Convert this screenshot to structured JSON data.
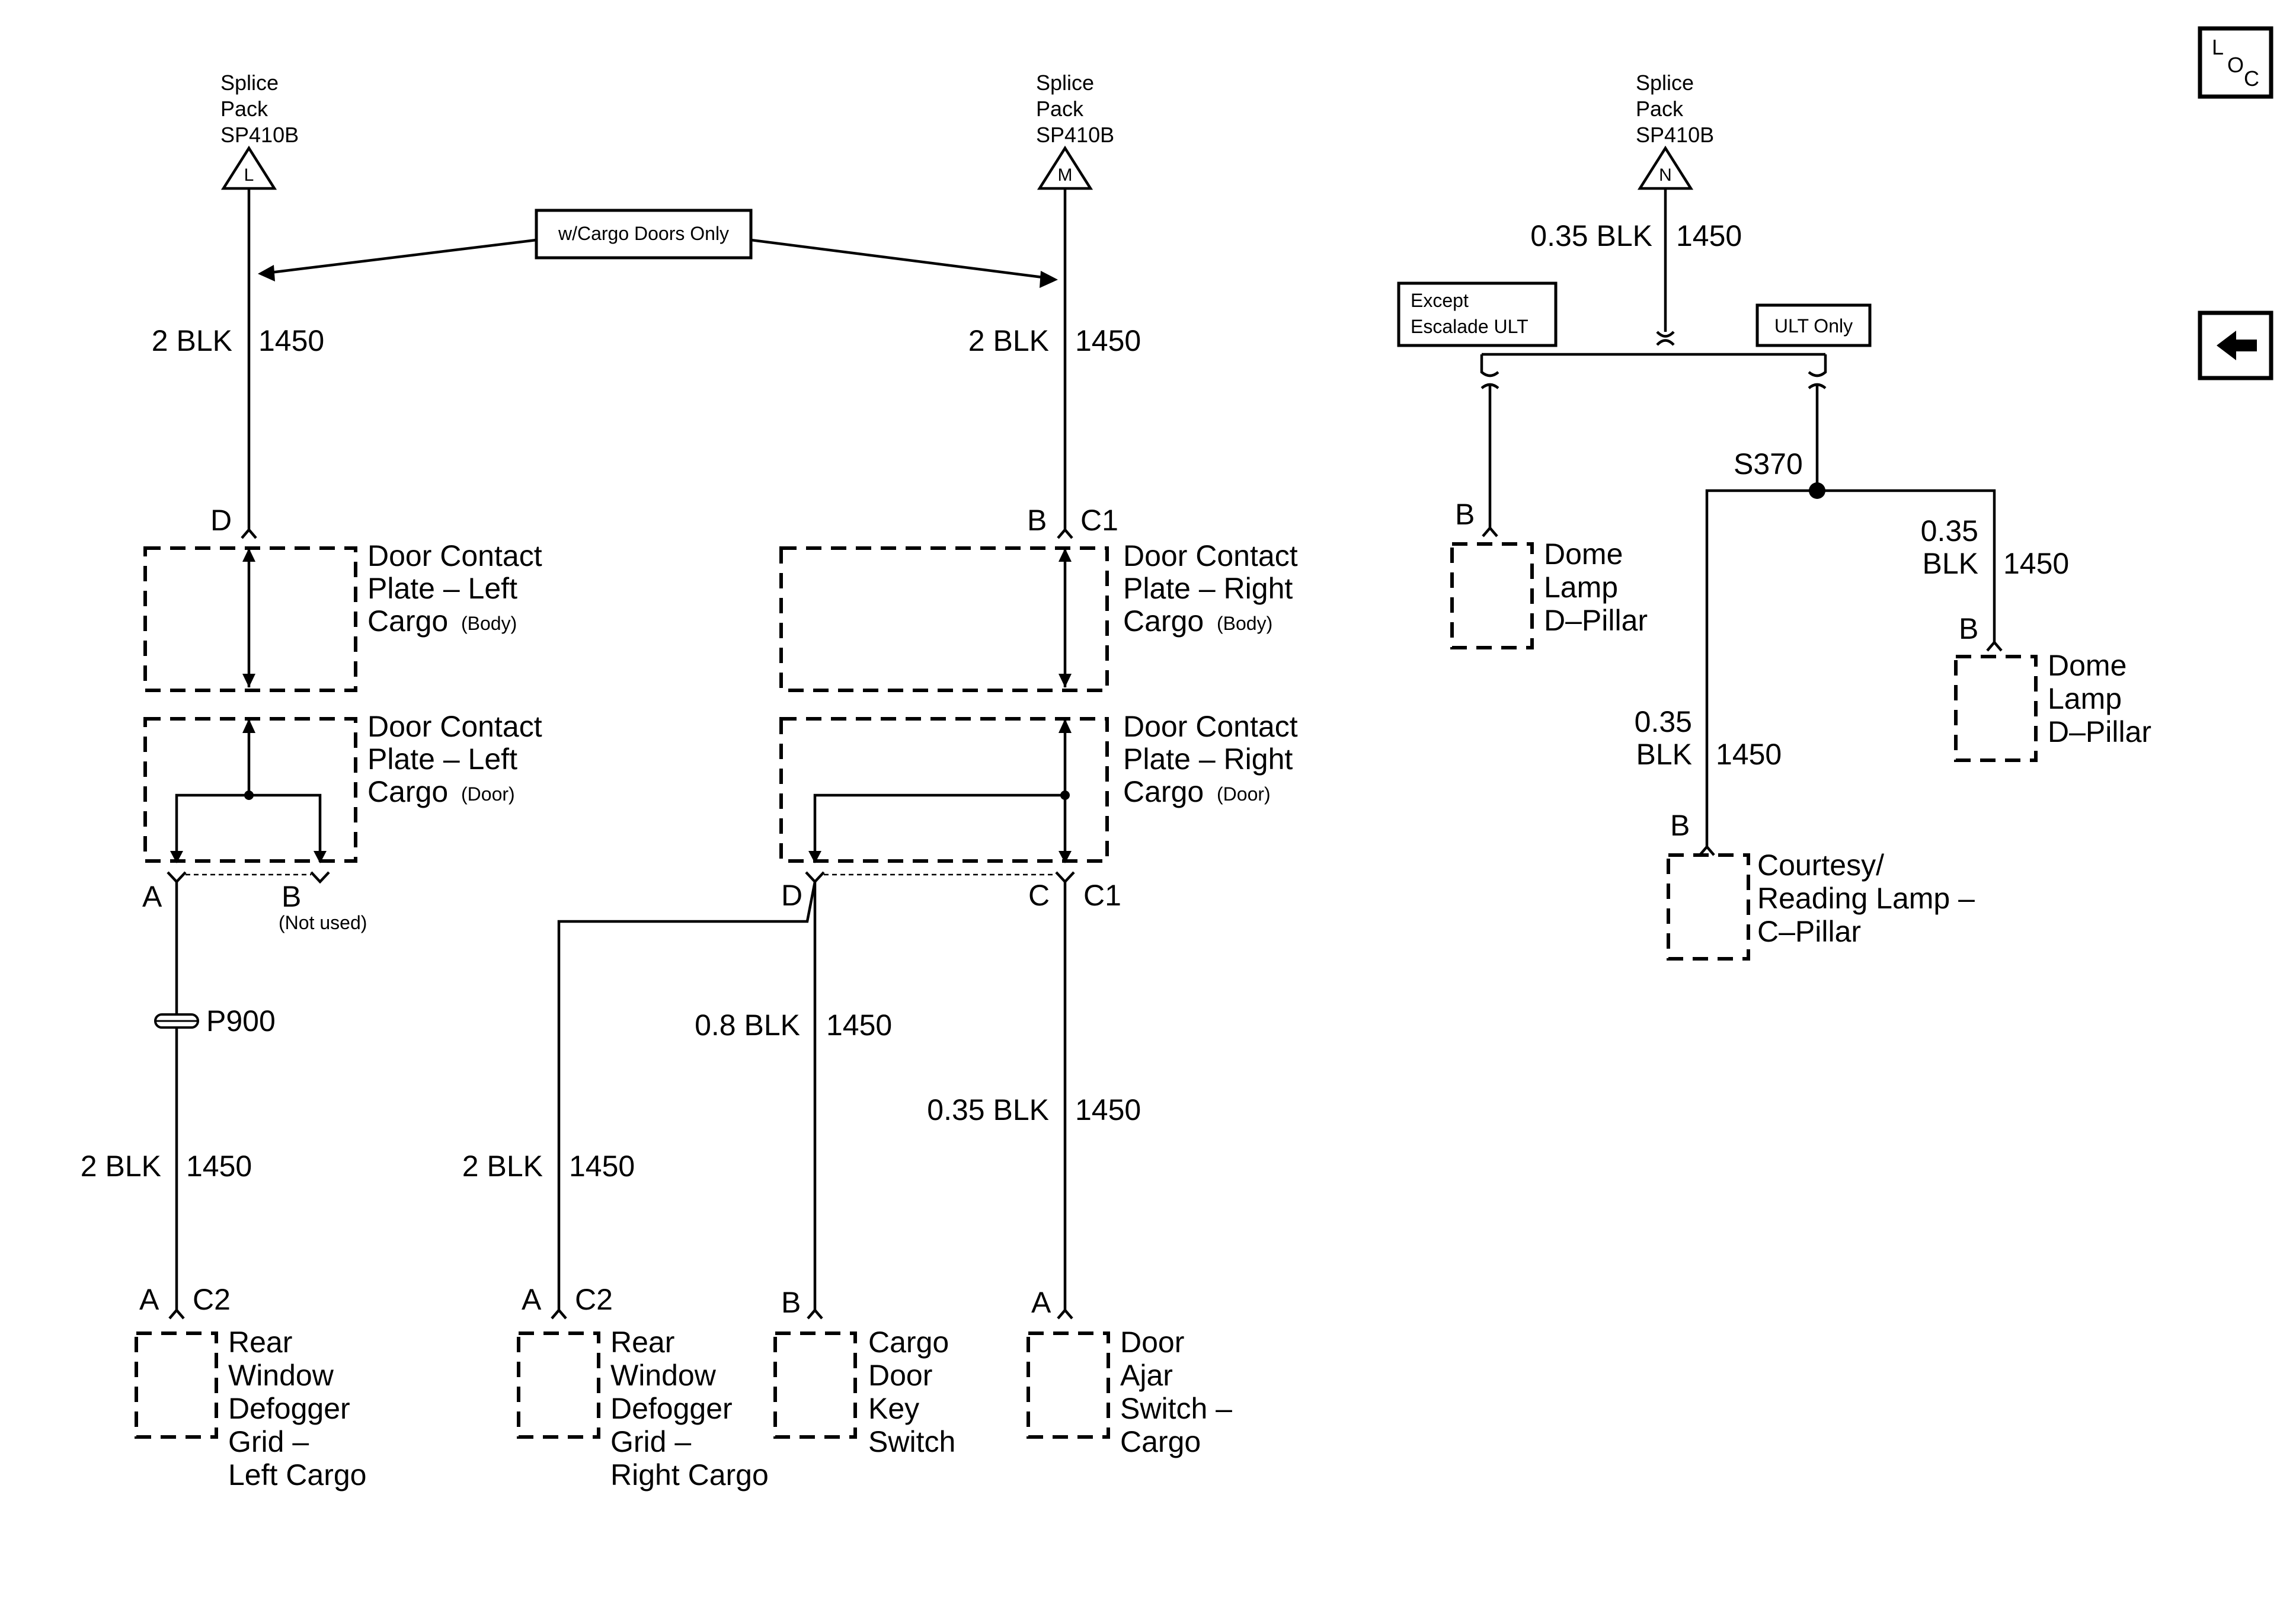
{
  "splices": [
    {
      "title_line1": "Splice",
      "title_line2": "Pack",
      "title_line3": "SP410B",
      "terminal": "L"
    },
    {
      "title_line1": "Splice",
      "title_line2": "Pack",
      "title_line3": "SP410B",
      "terminal": "M"
    },
    {
      "title_line1": "Splice",
      "title_line2": "Pack",
      "title_line3": "SP410B",
      "terminal": "N"
    }
  ],
  "notes": {
    "cargo_doors": "w/Cargo Doors Only",
    "except_line1": "Except",
    "except_line2": "Escalade ULT",
    "ult_only": "ULT Only"
  },
  "wires": {
    "left_upper": {
      "gauge": "2 BLK",
      "circuit": "1450"
    },
    "mid_upper": {
      "gauge": "2 BLK",
      "circuit": "1450"
    },
    "right_top": {
      "gauge": "0.35 BLK",
      "circuit": "1450"
    },
    "left_lower": {
      "gauge": "2 BLK",
      "circuit": "1450"
    },
    "defog_right": {
      "gauge": "2 BLK",
      "circuit": "1450"
    },
    "key_switch": {
      "gauge": "0.8 BLK",
      "circuit": "1450"
    },
    "door_ajar": {
      "gauge": "0.35 BLK",
      "circuit": "1450"
    },
    "courtesy": {
      "gauge_line1": "0.35",
      "gauge_line2": "BLK",
      "circuit": "1450"
    },
    "dome_right": {
      "gauge_line1": "0.35",
      "gauge_line2": "BLK",
      "circuit": "1450"
    }
  },
  "components": {
    "plate_left_body": {
      "line1": "Door Contact",
      "line2": "Plate – Left",
      "line3": "Cargo",
      "note": "(Body)"
    },
    "plate_left_door": {
      "line1": "Door Contact",
      "line2": "Plate – Left",
      "line3": "Cargo",
      "note": "(Door)"
    },
    "plate_right_body": {
      "line1": "Door Contact",
      "line2": "Plate – Right",
      "line3": "Cargo",
      "note": "(Body)"
    },
    "plate_right_door": {
      "line1": "Door Contact",
      "line2": "Plate – Right",
      "line3": "Cargo",
      "note": "(Door)"
    },
    "defog_left": {
      "lines": [
        "Rear",
        "Window",
        "Defogger",
        "Grid –",
        "Left Cargo"
      ]
    },
    "defog_right": {
      "lines": [
        "Rear",
        "Window",
        "Defogger",
        "Grid –",
        "Right Cargo"
      ]
    },
    "key_switch": {
      "lines": [
        "Cargo",
        "Door",
        "Key",
        "Switch"
      ]
    },
    "door_ajar": {
      "lines": [
        "Door",
        "Ajar",
        "Switch –",
        "Cargo"
      ]
    },
    "dome_left": {
      "lines": [
        "Dome",
        "Lamp",
        "D–Pillar"
      ]
    },
    "dome_right": {
      "lines": [
        "Dome",
        "Lamp",
        "D–Pillar"
      ]
    },
    "courtesy": {
      "lines": [
        "Courtesy/",
        "Reading Lamp –",
        "C–Pillar"
      ]
    }
  },
  "pins": {
    "left_plate_top": "D",
    "mid_plate_top": "B",
    "mid_plate_top_conn": "C1",
    "left_plate_a": "A",
    "left_plate_b": "B",
    "not_used": "(Not used)",
    "mid_plate_d": "D",
    "mid_plate_c": "C",
    "mid_plate_c_conn": "C1",
    "defog_left_pin": "A",
    "defog_left_conn": "C2",
    "defog_right_pin": "A",
    "defog_right_conn": "C2",
    "key_switch_pin": "B",
    "door_ajar_pin": "A",
    "dome_left_pin": "B",
    "dome_right_pin": "B",
    "courtesy_pin": "B"
  },
  "splice_points": {
    "s370": "S370",
    "p900": "P900"
  },
  "nav": {
    "loc_icon": "L O C",
    "back_icon": "back-arrow"
  }
}
